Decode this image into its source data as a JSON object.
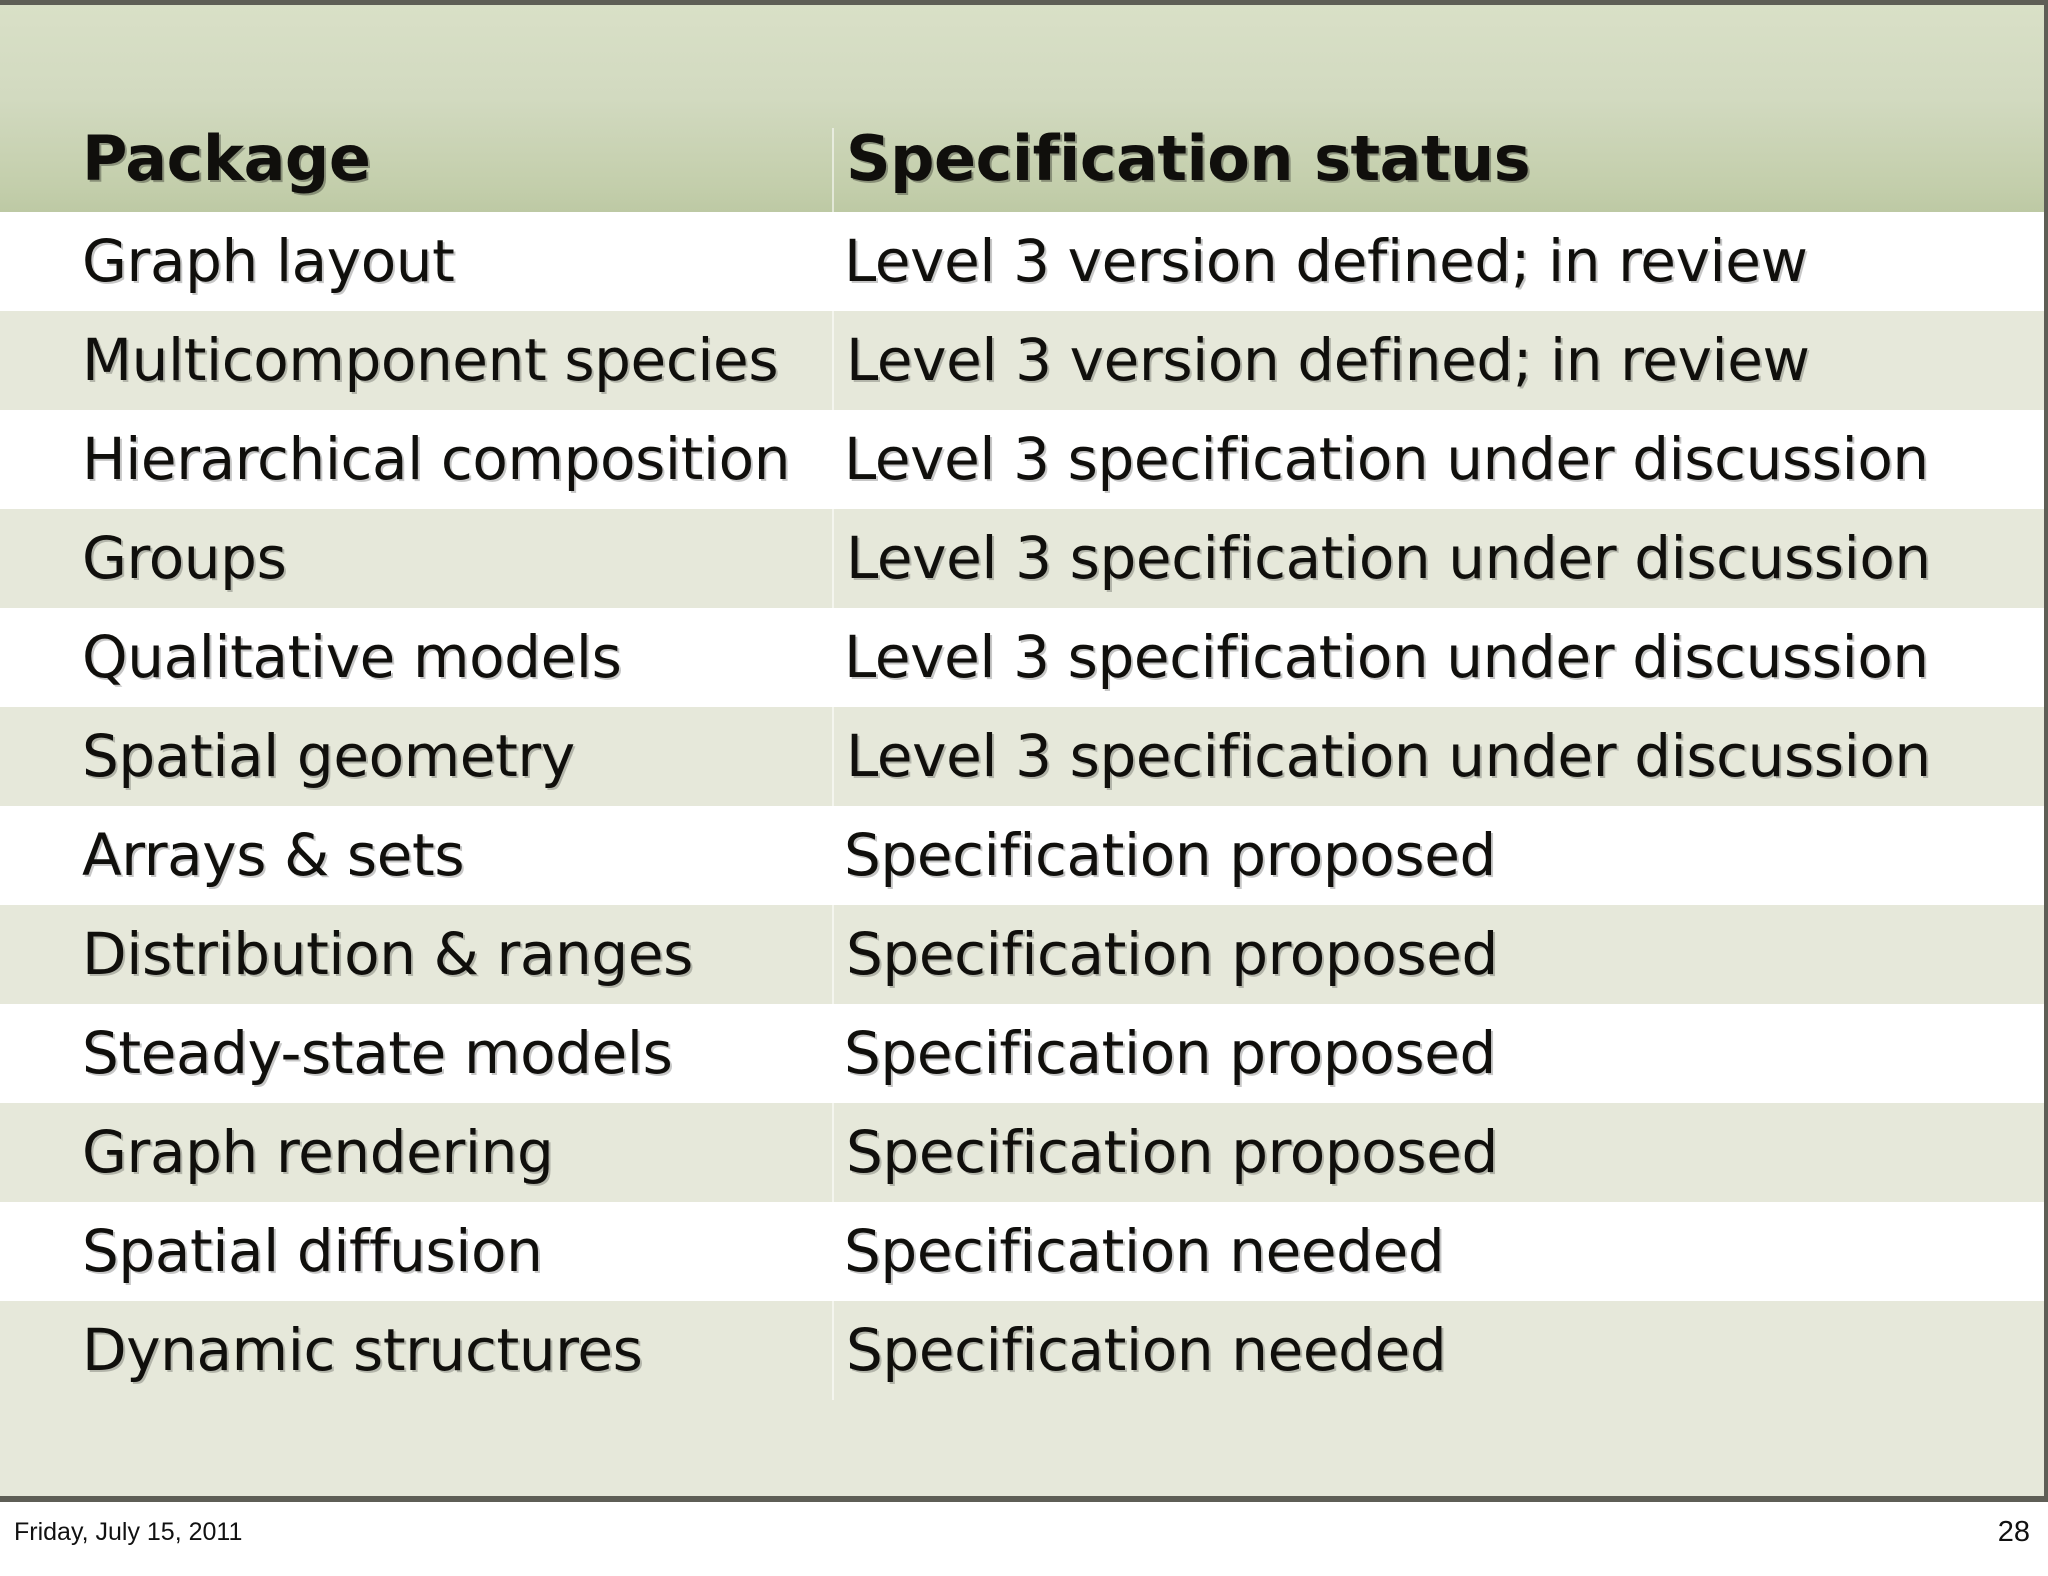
{
  "slide": {
    "table": {
      "columns": [
        {
          "key": "package",
          "label": "Package"
        },
        {
          "key": "status",
          "label": "Specification status"
        }
      ],
      "rows": [
        {
          "package": "Graph layout",
          "status": "Level 3 version defined; in review"
        },
        {
          "package": "Multicomponent species",
          "status": "Level 3 version defined; in review"
        },
        {
          "package": "Hierarchical composition",
          "status": "Level 3 specification under discussion"
        },
        {
          "package": "Groups",
          "status": "Level 3 specification under discussion"
        },
        {
          "package": "Qualitative models",
          "status": "Level 3 specification under discussion"
        },
        {
          "package": "Spatial geometry",
          "status": "Level 3 specification under discussion"
        },
        {
          "package": "Arrays & sets",
          "status": "Specification proposed"
        },
        {
          "package": "Distribution & ranges",
          "status": "Specification proposed"
        },
        {
          "package": "Steady-state models",
          "status": "Specification proposed"
        },
        {
          "package": "Graph rendering",
          "status": "Specification proposed"
        },
        {
          "package": "Spatial diffusion",
          "status": "Specification needed"
        },
        {
          "package": "Dynamic structures",
          "status": "Specification needed"
        }
      ]
    },
    "footer": {
      "date": "Friday, July 15, 2011",
      "page_number": "28"
    },
    "colors": {
      "header_gradient_top": "#d9e0c7",
      "header_gradient_bottom": "#bdc9a4",
      "row_tint": "#e6e8da",
      "row_plain": "#ffffff",
      "rule": "#5e5e56",
      "text": "#100f0c"
    }
  }
}
